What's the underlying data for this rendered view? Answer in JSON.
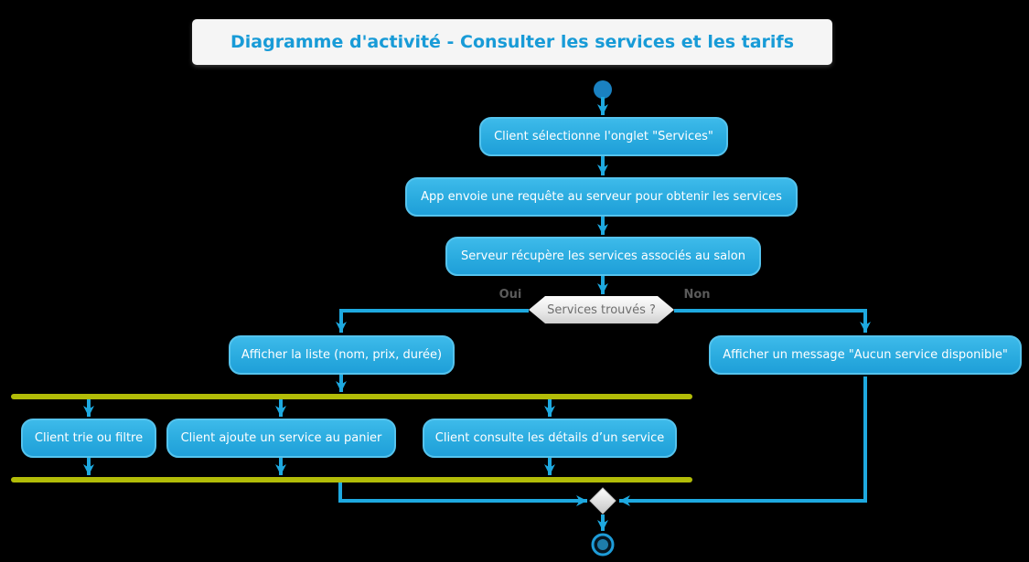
{
  "title": "Diagramme d'activité - Consulter les services et les tarifs",
  "diagram": {
    "type": "uml-activity",
    "steps": {
      "step1": "Client sélectionne l'onglet \"Services\"",
      "step2": "App envoie une requête au serveur pour obtenir les services",
      "step3": "Serveur récupère les services associés au salon"
    },
    "decision": {
      "question": "Services trouvés ?",
      "yes_label": "Oui",
      "no_label": "Non",
      "yes_action": "Afficher la liste (nom, prix, durée)",
      "no_action": "Afficher un message \"Aucun service disponible\""
    },
    "parallel_actions": {
      "action1": "Client trie ou filtre",
      "action2": "Client ajoute un service au panier",
      "action3": "Client consulte les détails d’un service"
    }
  },
  "colors": {
    "background": "#000000",
    "title_text": "#189bd7",
    "title_background": "#f5f5f5",
    "activity_fill_top": "#3dbaea",
    "activity_fill_bottom": "#1f9fd9",
    "activity_border": "#55c3ed",
    "connector": "#1ea9e0",
    "fork_join_bar": "#b2bc08",
    "decision_fill": "#e9e9e9",
    "decision_text": "#6e6e6e",
    "guard_text": "#5a5a5a",
    "start_node": "#1a81c1",
    "end_node_ring": "#1e9cd8",
    "end_node_core": "#1e7dab"
  }
}
